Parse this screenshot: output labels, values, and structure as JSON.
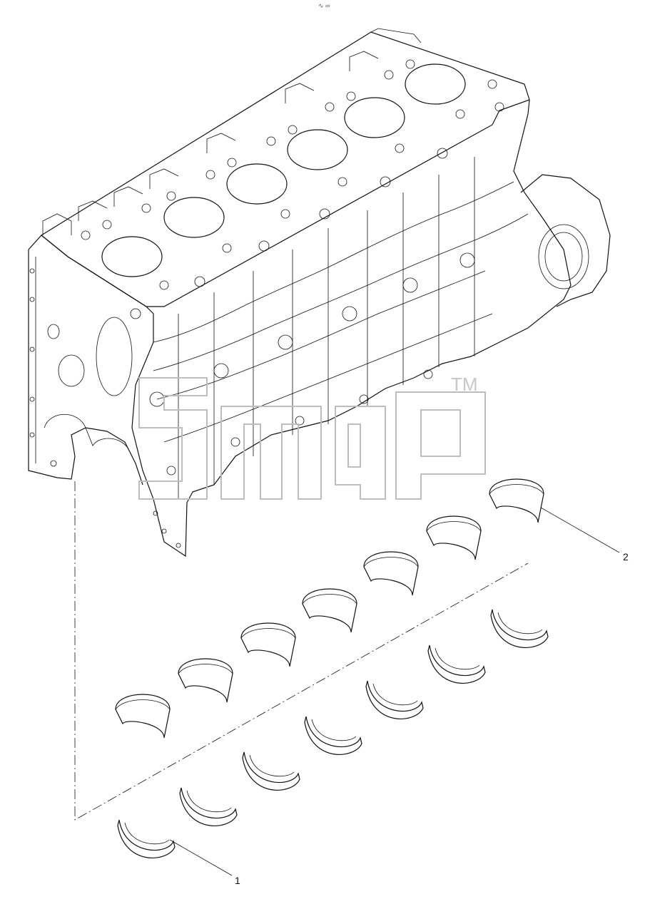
{
  "top_mark": "∿ ∞",
  "callouts": [
    {
      "id": "1",
      "label": "1"
    },
    {
      "id": "2",
      "label": "2"
    }
  ],
  "watermark": {
    "tm": "TM"
  },
  "colors": {
    "line": "#111111",
    "watermark": "#bdbdbd",
    "background": "#ffffff"
  }
}
